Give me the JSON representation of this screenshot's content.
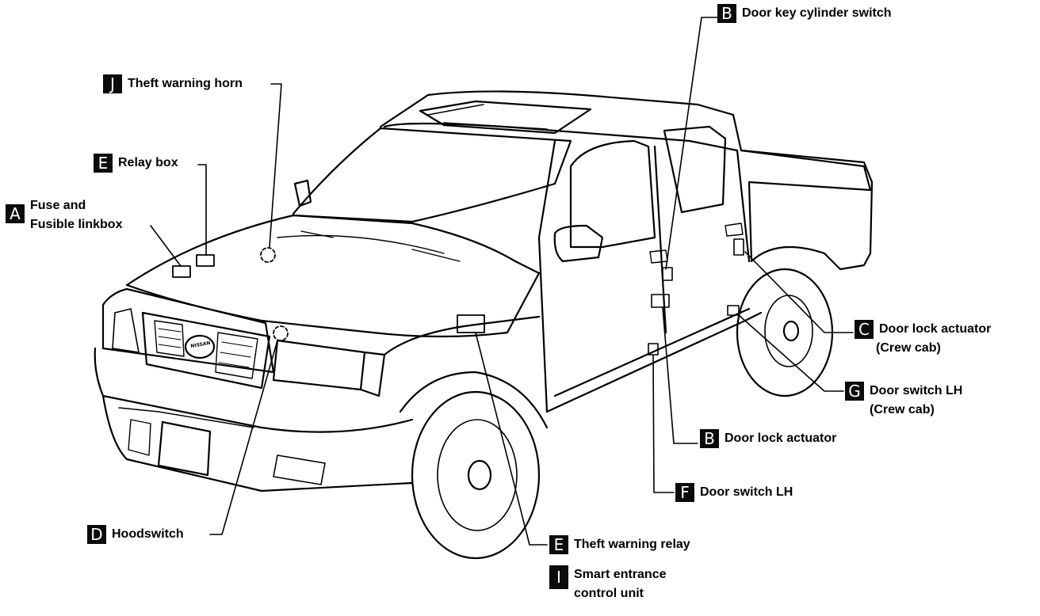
{
  "callouts": {
    "B_top": {
      "letter": "B",
      "lines": [
        "Door key cylinder switch"
      ]
    },
    "J": {
      "letter": "J",
      "lines": [
        "Theft warning horn"
      ]
    },
    "E_relay": {
      "letter": "E",
      "lines": [
        "Relay box"
      ]
    },
    "A": {
      "letter": "A",
      "lines": [
        "Fuse and",
        "Fusible linkbox"
      ]
    },
    "C": {
      "letter": "C",
      "lines": [
        "Door lock actuator",
        "(Crew cab)"
      ]
    },
    "G": {
      "letter": "G",
      "lines": [
        "Door switch LH",
        "(Crew cab)"
      ]
    },
    "B_bot": {
      "letter": "B",
      "lines": [
        "Door lock actuator"
      ]
    },
    "F": {
      "letter": "F",
      "lines": [
        "Door switch LH"
      ]
    },
    "D": {
      "letter": "D",
      "lines": [
        "Hoodswitch"
      ]
    },
    "E_theft": {
      "letter": "E",
      "lines": [
        "Theft warning relay"
      ]
    },
    "I": {
      "letter": "I",
      "lines": [
        "Smart entrance",
        "control unit"
      ]
    }
  },
  "grille_badge": "NISSAN"
}
